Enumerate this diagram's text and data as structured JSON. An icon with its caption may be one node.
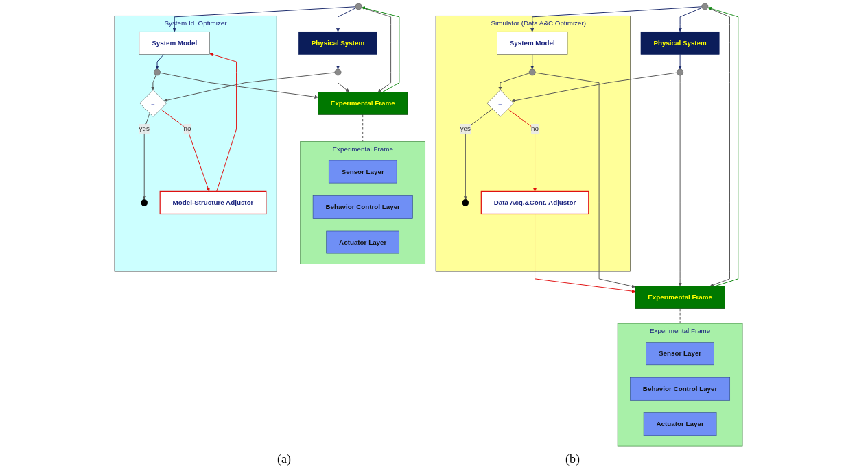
{
  "diagram": {
    "nodes": [
      {
        "text": [
          "Physical System"
        ]
      },
      {
        "text": [],
        "shape": "circle"
      },
      {
        "text": [],
        "shape": "circle"
      },
      {
        "text": [
          "System Id. Optimizer"
        ]
      },
      {
        "text": [
          "System Model"
        ],
        "in": 3
      },
      {
        "text": [],
        "shape": "circle",
        "in": 3
      },
      {
        "text": [
          "="
        ],
        "in": 3
      },
      {
        "text": [
          "Model-Structure Adjustor"
        ],
        "in": 3
      },
      {
        "text": [],
        "shape": "circle",
        "in": 3
      },
      {
        "text": [
          "Experimental Frame"
        ]
      },
      {
        "text": [
          "Experimental Frame"
        ]
      },
      {
        "text": [
          "Sensor Layer"
        ],
        "in": 10
      },
      {
        "text": [
          "Behavior Control Layer"
        ],
        "in": 10
      },
      {
        "text": [
          "Actuator Layer"
        ],
        "in": 10
      },
      {
        "text": [
          "Physical System"
        ]
      },
      {
        "text": [],
        "shape": "circle"
      },
      {
        "text": [],
        "shape": "circle"
      },
      {
        "text": [
          "Simulator (Data A&C Optimizer)"
        ]
      },
      {
        "text": [
          "System Model"
        ],
        "in": 17
      },
      {
        "text": [],
        "shape": "circle",
        "in": 17
      },
      {
        "text": [
          "="
        ],
        "in": 17
      },
      {
        "text": [
          "Data Acq.&Cont. Adjustor"
        ],
        "in": 17
      },
      {
        "text": [],
        "shape": "circle",
        "in": 17
      },
      {
        "text": [
          "Experimental Frame"
        ]
      },
      {
        "text": [
          "Experimental Frame"
        ]
      },
      {
        "text": [
          "Sensor Layer"
        ],
        "in": 24
      },
      {
        "text": [
          "Behavior Control Layer"
        ],
        "in": 24
      },
      {
        "text": [
          "Actuator Layer"
        ],
        "in": 24
      }
    ],
    "edges": [
      {
        "from": 1,
        "to": 4,
        "arrow": "to",
        "color": "#1b2a6b"
      },
      {
        "from": 1,
        "to": 0,
        "arrow": "to",
        "color": "#1b2a6b"
      },
      {
        "from": 1,
        "to": 9,
        "arrow": "to"
      },
      {
        "from": 4,
        "to": 5,
        "arrow": "to",
        "color": "#1b2a6b"
      },
      {
        "from": 0,
        "to": 2,
        "arrow": "to",
        "color": "#1b2a6b"
      },
      {
        "from": 5,
        "to": 6,
        "arrow": "to"
      },
      {
        "from": 5,
        "to": 9,
        "arrow": "to"
      },
      {
        "from": 2,
        "to": 6,
        "arrow": "to"
      },
      {
        "from": 2,
        "to": 9,
        "arrow": "to"
      },
      {
        "from": 6,
        "to": 8,
        "arrow": "to",
        "label": "yes"
      },
      {
        "from": 6,
        "to": 7,
        "arrow": "to",
        "label": "no",
        "color": "#e01010"
      },
      {
        "from": 7,
        "to": 4,
        "arrow": "to",
        "color": "#e01010"
      },
      {
        "from": 9,
        "to": 1,
        "arrow": "to",
        "color": "#138a13"
      },
      {
        "from": 9,
        "to": 10,
        "arrow": "none",
        "style": "dashed"
      },
      {
        "from": 15,
        "to": 18,
        "arrow": "to",
        "color": "#1b2a6b"
      },
      {
        "from": 15,
        "to": 14,
        "arrow": "to",
        "color": "#1b2a6b"
      },
      {
        "from": 15,
        "to": 23,
        "arrow": "to"
      },
      {
        "from": 18,
        "to": 19,
        "arrow": "to",
        "color": "#1b2a6b"
      },
      {
        "from": 14,
        "to": 16,
        "arrow": "to",
        "color": "#1b2a6b"
      },
      {
        "from": 19,
        "to": 20,
        "arrow": "to"
      },
      {
        "from": 19,
        "to": 23,
        "arrow": "to"
      },
      {
        "from": 16,
        "to": 20,
        "arrow": "to"
      },
      {
        "from": 16,
        "to": 23,
        "arrow": "to"
      },
      {
        "from": 20,
        "to": 22,
        "arrow": "to",
        "label": "yes"
      },
      {
        "from": 20,
        "to": 21,
        "arrow": "to",
        "label": "no",
        "color": "#e01010"
      },
      {
        "from": 21,
        "to": 23,
        "arrow": "to",
        "color": "#e01010"
      },
      {
        "from": 23,
        "to": 15,
        "arrow": "to",
        "color": "#138a13"
      },
      {
        "from": 23,
        "to": 24,
        "arrow": "none",
        "style": "dashed"
      }
    ],
    "labels": [
      "(a)",
      "(b)"
    ]
  }
}
